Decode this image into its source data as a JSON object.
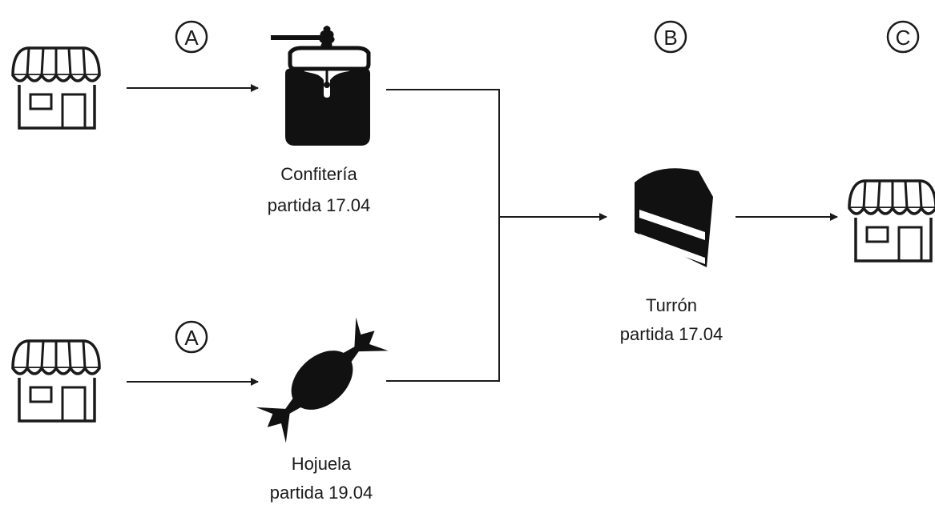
{
  "markers": {
    "supplier_top": "A",
    "supplier_bottom": "A",
    "production": "B",
    "customer": "C"
  },
  "nodes": {
    "confiteria": {
      "name": "Confitería",
      "batch": "partida 17.04",
      "icon": "honey-jar-icon"
    },
    "hojuela": {
      "name": "Hojuela",
      "batch": "partida 19.04",
      "icon": "wrapped-candy-icon"
    },
    "turron": {
      "name": "Turrón",
      "batch": "partida 17.04",
      "icon": "cake-slice-icon"
    }
  },
  "shops": {
    "supplier_top_icon": "storefront-icon",
    "supplier_bottom_icon": "storefront-icon",
    "customer_icon": "storefront-icon"
  },
  "colors": {
    "ink": "#111111",
    "line": "#1a1a1a",
    "background": "#ffffff"
  }
}
